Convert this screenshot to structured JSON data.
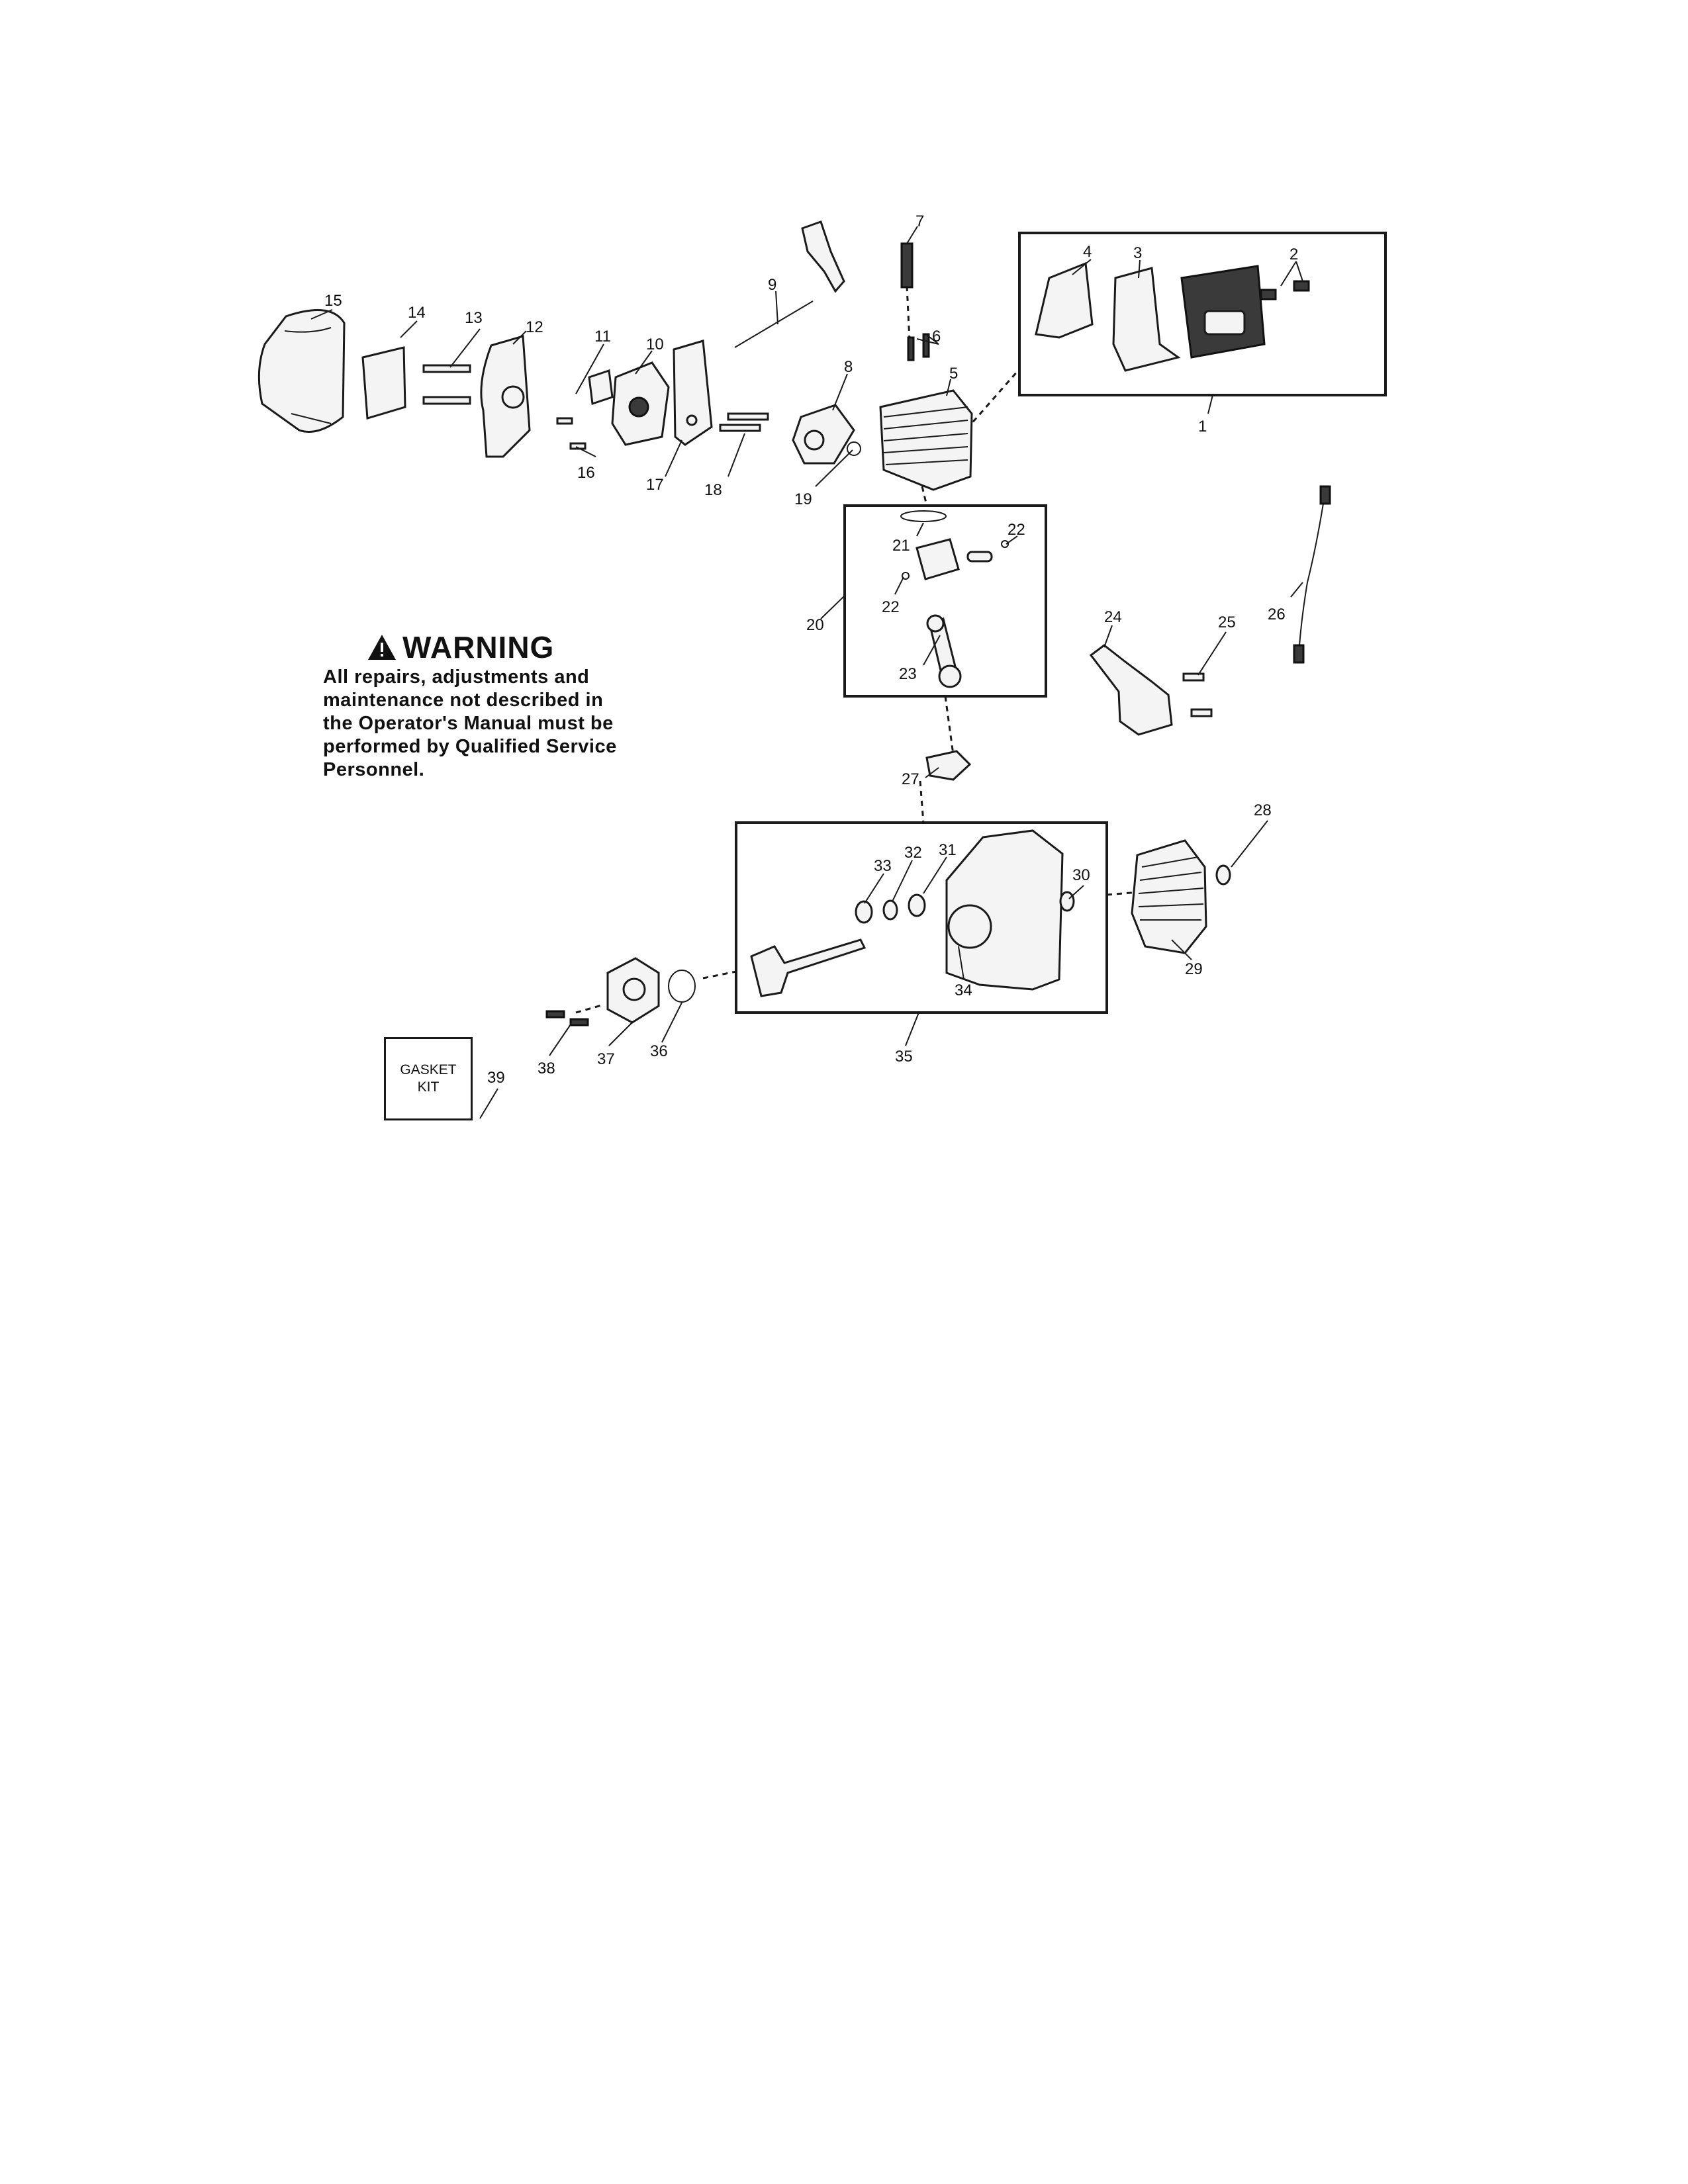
{
  "warning": {
    "title": "WARNING",
    "lines": [
      "All repairs, adjustments and",
      "maintenance not described in",
      "the Operator's Manual must be",
      "performed by Qualified Service",
      "Personnel."
    ]
  },
  "gasket_kit": {
    "line1": "GASKET",
    "line2": "KIT"
  },
  "callouts": {
    "c1": "1",
    "c2": "2",
    "c3": "3",
    "c4": "4",
    "c5": "5",
    "c6": "6",
    "c7": "7",
    "c8": "8",
    "c9": "9",
    "c10": "10",
    "c11": "11",
    "c12": "12",
    "c13": "13",
    "c14": "14",
    "c15": "15",
    "c16": "16",
    "c17": "17",
    "c18": "18",
    "c19": "19",
    "c20": "20",
    "c21": "21",
    "c22a": "22",
    "c22b": "22",
    "c23": "23",
    "c24": "24",
    "c25": "25",
    "c26": "26",
    "c27": "27",
    "c28": "28",
    "c29": "29",
    "c30": "30",
    "c31": "31",
    "c32": "32",
    "c33": "33",
    "c34": "34",
    "c35": "35",
    "c36": "36",
    "c37": "37",
    "c38": "38",
    "c39": "39"
  }
}
